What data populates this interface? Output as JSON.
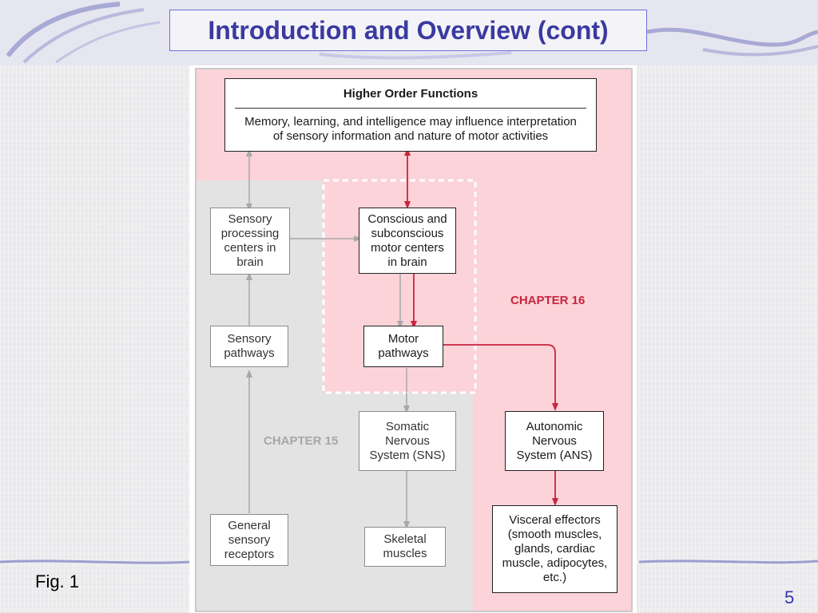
{
  "slide": {
    "title": "Introduction and Overview (cont)",
    "figure_label": "Fig. 1",
    "page_number": "5"
  },
  "diagram": {
    "higher_order": {
      "title": "Higher Order Functions",
      "line1": "Memory, learning, and intelligence may influence interpretation",
      "line2": "of sensory information and nature of motor activities"
    },
    "sensory_processing": {
      "lines": [
        "Sensory",
        "processing",
        "centers in",
        "brain"
      ]
    },
    "motor_centers": {
      "lines": [
        "Conscious and",
        "subconscious",
        "motor centers",
        "in brain"
      ]
    },
    "sensory_pathways": {
      "lines": [
        "Sensory",
        "pathways"
      ]
    },
    "motor_pathways": {
      "lines": [
        "Motor",
        "pathways"
      ]
    },
    "sns": {
      "lines": [
        "Somatic",
        "Nervous",
        "System (SNS)"
      ]
    },
    "ans": {
      "lines": [
        "Autonomic",
        "Nervous",
        "System (ANS)"
      ]
    },
    "receptors": {
      "lines": [
        "General",
        "sensory",
        "receptors"
      ]
    },
    "skeletal": {
      "lines": [
        "Skeletal",
        "muscles"
      ]
    },
    "visceral": {
      "lines": [
        "Visceral effectors",
        "(smooth muscles,",
        "glands, cardiac",
        "muscle, adipocytes,",
        "etc.)"
      ]
    },
    "chapter16": "CHAPTER 16",
    "chapter15": "CHAPTER 15"
  },
  "colors": {
    "title_text": "#3a3aa0",
    "title_border": "#6f6fd8",
    "chapter16_region": "#fbd3d8",
    "chapter15_region": "#e3e3e3",
    "red_arrow": "#c9243f",
    "gray_arrow": "#a8a8a8"
  }
}
